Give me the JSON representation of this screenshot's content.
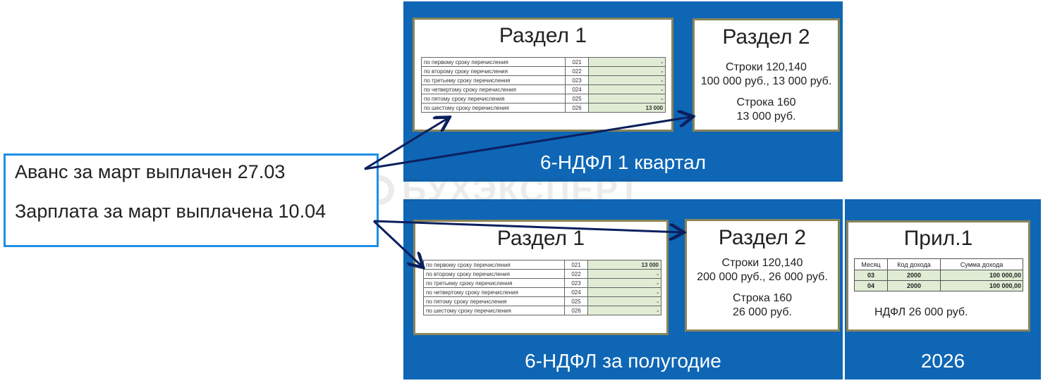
{
  "watermark": "БУХЭКСПЕРТ",
  "info": {
    "line1": "Аванс за март выплачен 27.03",
    "line2": "Зарплата за март выплачена 10.04"
  },
  "q1": {
    "label": "6-НДФЛ 1 квартал",
    "section1": {
      "title": "Раздел 1",
      "rows": [
        {
          "label": "по первому сроку перечисления",
          "code": "021",
          "value": "-"
        },
        {
          "label": "по второму сроку перечисления",
          "code": "022",
          "value": "-"
        },
        {
          "label": "по третьему сроку перечисления",
          "code": "023",
          "value": "-"
        },
        {
          "label": "по четвертому сроку перечисления",
          "code": "024",
          "value": "-"
        },
        {
          "label": "по пятому сроку перечисления",
          "code": "025",
          "value": "-"
        },
        {
          "label": "по шестому сроку перечисления",
          "code": "026",
          "value": "13 000"
        }
      ]
    },
    "section2": {
      "title": "Раздел 2",
      "line1": "Строки 120,140",
      "line2": "100 000 руб., 13 000 руб.",
      "line3": "Строка 160",
      "line4": "13 000 руб."
    }
  },
  "h1": {
    "label": "6-НДФЛ за полугодие",
    "section1": {
      "title": "Раздел 1",
      "rows": [
        {
          "label": "по первому сроку перечисления",
          "code": "021",
          "value": "13 000"
        },
        {
          "label": "по второму сроку перечисления",
          "code": "022",
          "value": "-"
        },
        {
          "label": "по третьему сроку перечисления",
          "code": "023",
          "value": "-"
        },
        {
          "label": "по четвертому сроку перечисления",
          "code": "024",
          "value": "-"
        },
        {
          "label": "по пятому сроку перечисления",
          "code": "025",
          "value": "-"
        },
        {
          "label": "по шестому сроку перечисления",
          "code": "026",
          "value": "-"
        }
      ]
    },
    "section2": {
      "title": "Раздел 2",
      "line1": "Строки 120,140",
      "line2": "200 000 руб., 26 000 руб.",
      "line3": "Строка 160",
      "line4": "26 000 руб."
    }
  },
  "y2026": {
    "label": "2026",
    "appendix": {
      "title": "Прил.1",
      "headers": [
        "Месяц",
        "Код дохода",
        "Сумма дохода"
      ],
      "rows": [
        {
          "month": "03",
          "code": "2000",
          "sum": "100 000,00"
        },
        {
          "month": "04",
          "code": "2000",
          "sum": "100 000,00"
        }
      ],
      "note": "НДФЛ 26 000 руб."
    }
  },
  "colors": {
    "panel": "#0e66b5",
    "card_border": "#8a8458",
    "info_border": "#1f8fe6",
    "arrow": "#0b1f5e",
    "value_fill": "#e1ecd5"
  }
}
